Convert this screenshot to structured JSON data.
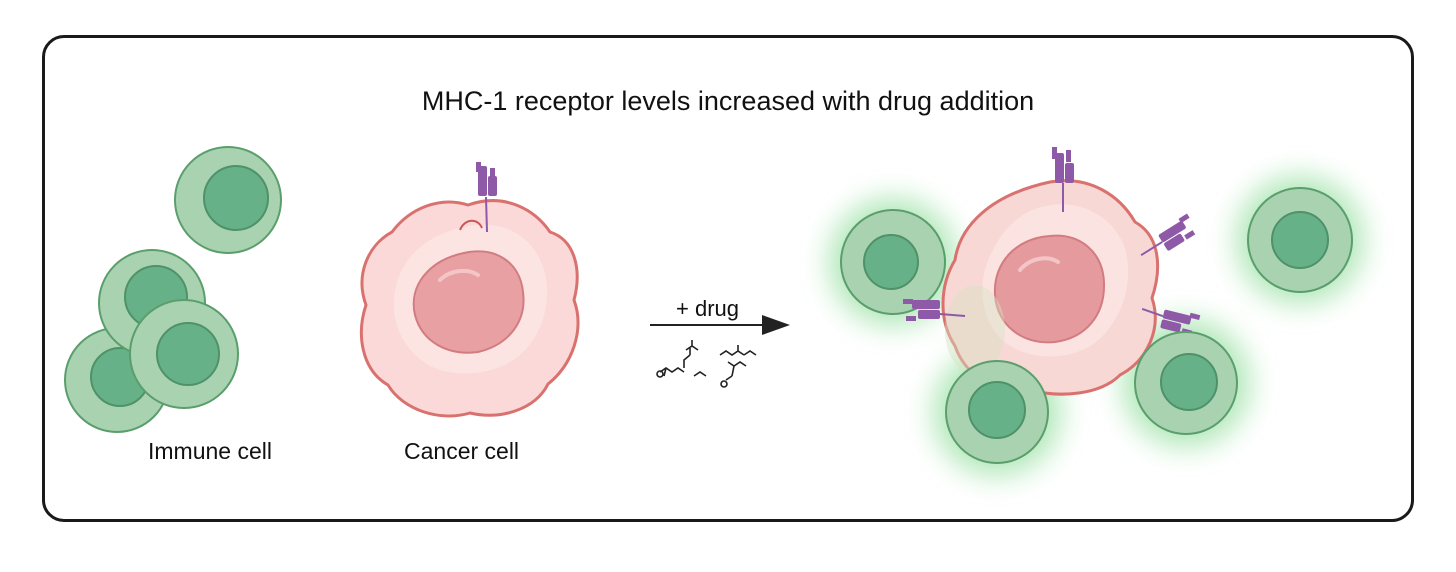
{
  "figure": {
    "title": "MHC-1 receptor levels increased with drug addition",
    "labels": {
      "immune_cell": "Immune cell",
      "cancer_cell": "Cancer cell",
      "drug_arrow": "+ drug"
    },
    "colors": {
      "immune_outer": "#a9d3b0",
      "immune_inner": "#66b188",
      "immune_stroke": "#5a9e6c",
      "cancer_body": "#fbd9d8",
      "cancer_stroke": "#d9716f",
      "cancer_nucleus": "#e8a0a3",
      "receptor": "#8e5aa8",
      "glow": "#6fd47e"
    },
    "icons": [
      "immune-cell-icon",
      "cancer-cell-icon",
      "mhc1-receptor-icon",
      "drug-molecule-icon",
      "arrow-icon"
    ]
  }
}
